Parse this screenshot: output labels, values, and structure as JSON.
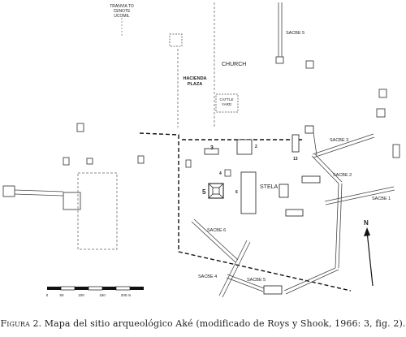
{
  "map": {
    "labels": {
      "trail_top": "TRANVIA TO",
      "trail_mid": "CENOTE",
      "trail_bot": "UCOMIL",
      "sacbe5_top": "SACBE 5",
      "church": "CHURCH",
      "hacienda_line1": "HACIENDA",
      "hacienda_line2": "PLAZA",
      "cattle_line1": "CATTLE",
      "cattle_line2": "YARD",
      "num_3": "3",
      "num_2": "2",
      "num_4": "4",
      "num_5": "5",
      "num_6": "6",
      "num_13": "13",
      "stela": "STELA",
      "sacbe3_top": "SACBE 3",
      "sacbe2": "SACBE 2",
      "sacbe1": "SACBE 1",
      "sacbe6": "SACBE 6",
      "sacbe4": "SACBE 4",
      "sacbe5_bottom": "SACBE 5",
      "north": "N"
    },
    "scale_bar": {
      "ticks": [
        "0",
        "50",
        "100",
        "150",
        "200 m"
      ]
    }
  },
  "caption": {
    "prefix": "Figura 2.",
    "text": " Mapa del sitio arqueológico Aké (modificado de Roys y Shook, 1966: 3, fig. 2)."
  }
}
